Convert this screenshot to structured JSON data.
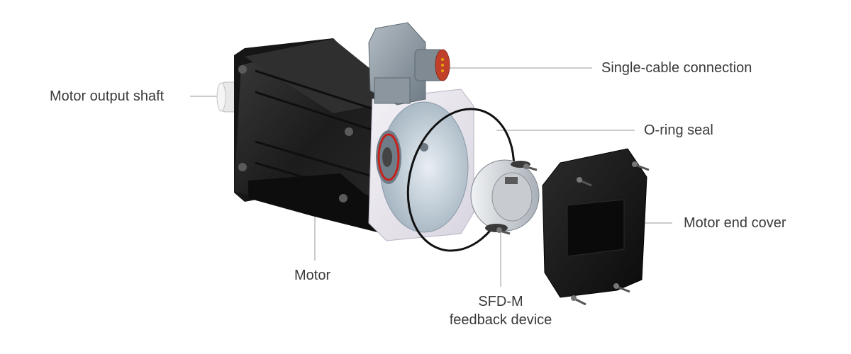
{
  "callouts": {
    "output_shaft": "Motor output shaft",
    "single_cable": "Single-cable connection",
    "o_ring": "O-ring seal",
    "end_cover": "Motor end cover",
    "motor": "Motor",
    "sfd_line1": "SFD-M",
    "sfd_line2": "feedback device"
  },
  "colors": {
    "motor_body": "#1e1e1e",
    "flange": "#e9e6ee",
    "connector": "#8d99a3",
    "connector_red": "#c0402a",
    "seal_ring": "#c5211d",
    "encoder": "#d4d8dc",
    "end_cover": "#151515",
    "leader_line": "#9a9a9a",
    "text": "#3a3a3a"
  }
}
